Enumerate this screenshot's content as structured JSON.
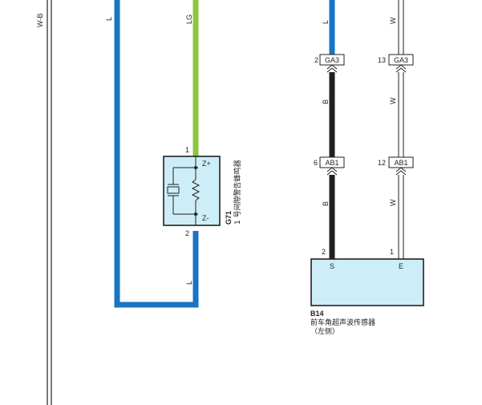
{
  "wires": {
    "ground_bus": {
      "color_code": "W-B",
      "color": "#231f20"
    },
    "left_loop": {
      "color_code_top": "L",
      "color_code_bottom": "L",
      "color": "#1a73c4"
    },
    "lg_wire": {
      "color_code": "LG",
      "color": "#8cc63f"
    },
    "s_wire": {
      "color_code_top": "L",
      "color_code_mid": "B",
      "color_code_bottom": "B",
      "color_top": "#1a73c4",
      "color_black": "#231f20"
    },
    "e_wire": {
      "color_code_top": "W",
      "color_code_mid": "W",
      "color_code_bottom": "W",
      "color": "#ffffff"
    }
  },
  "connectors": {
    "ga3_left": {
      "label": "GA3",
      "pin": "2"
    },
    "ga3_right": {
      "label": "GA3",
      "pin": "13"
    },
    "ab1_left": {
      "label": "AB1",
      "pin": "6"
    },
    "ab1_right": {
      "label": "AB1",
      "pin": "12"
    }
  },
  "buzzer": {
    "code": "G71",
    "name": "1 号间隙警告蜂鸣器",
    "pin_top": "1",
    "pin_bottom": "2",
    "terminal_plus": "Z+",
    "terminal_minus": "Z-",
    "fill": "#cdeef8"
  },
  "sensor": {
    "code": "B14",
    "name": "前车角超声波传感器",
    "side": "（左侧）",
    "pin_s_num": "2",
    "pin_e_num": "1",
    "pin_s": "S",
    "pin_e": "E",
    "fill": "#cdeef8"
  }
}
